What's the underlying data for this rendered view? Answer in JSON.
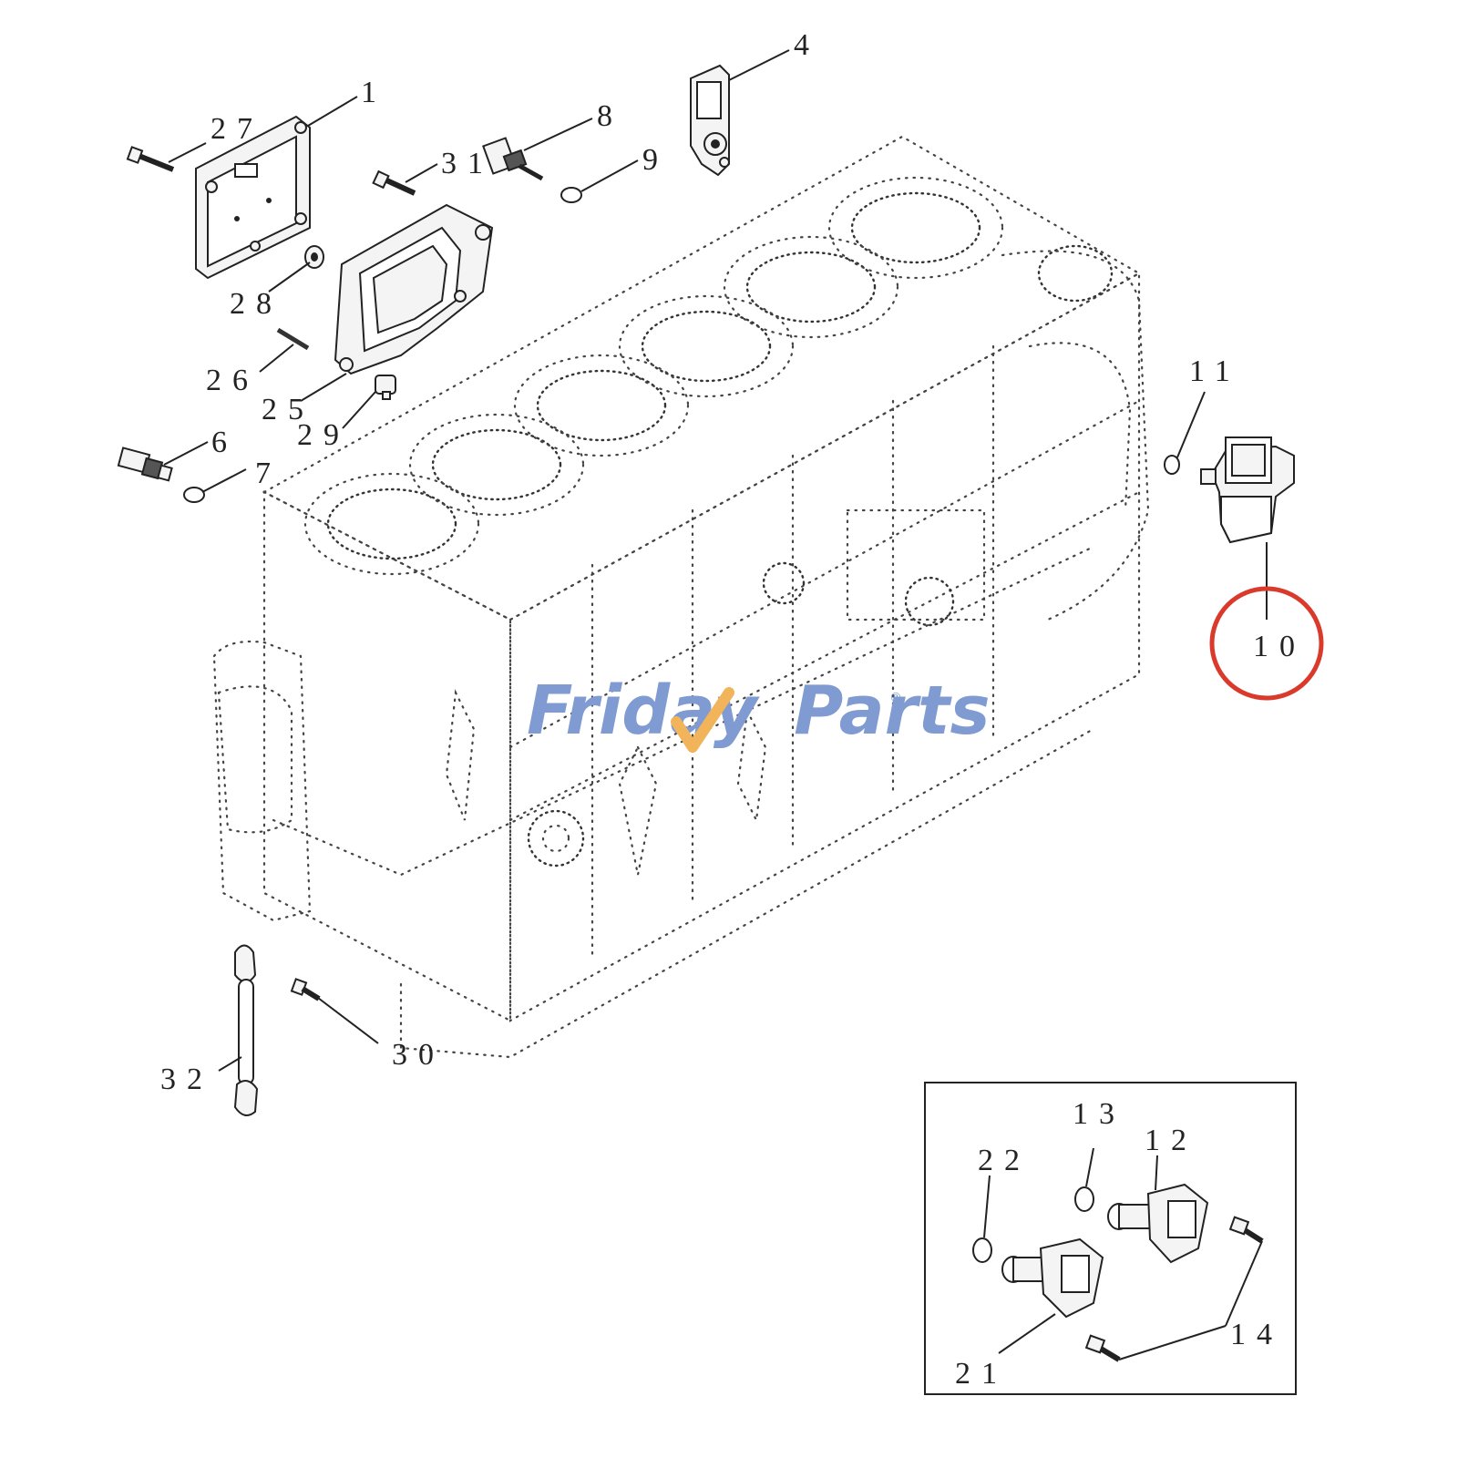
{
  "watermark": {
    "part_a": "Friday",
    "part_b": "Parts",
    "registered": "®",
    "color_main": "#7f9bd1",
    "color_accent": "#f2b45a"
  },
  "highlight_color": "#d93a2b",
  "callouts": {
    "c1": "1",
    "c4": "4",
    "c6": "6",
    "c7": "7",
    "c8": "8",
    "c9": "9",
    "c10": "10",
    "c11": "11",
    "c12": "12",
    "c13": "13",
    "c14": "14",
    "c21": "21",
    "c22": "22",
    "c25": "25",
    "c26": "26",
    "c27": "27",
    "c28": "28",
    "c29": "29",
    "c30": "30",
    "c31": "31",
    "c32": "32"
  }
}
